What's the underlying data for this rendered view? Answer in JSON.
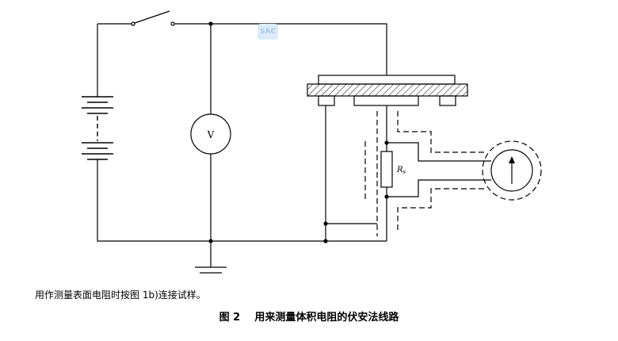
{
  "voltmeter_label": "V",
  "resistor_label_main": "R",
  "resistor_label_sub": "s",
  "note_text": "用作测量表面电阻时按图 1b)连接试样。",
  "caption": {
    "number": "图 2",
    "title": "用来测量体积电阻的伏安法线路"
  },
  "watermark_text": "SAC"
}
